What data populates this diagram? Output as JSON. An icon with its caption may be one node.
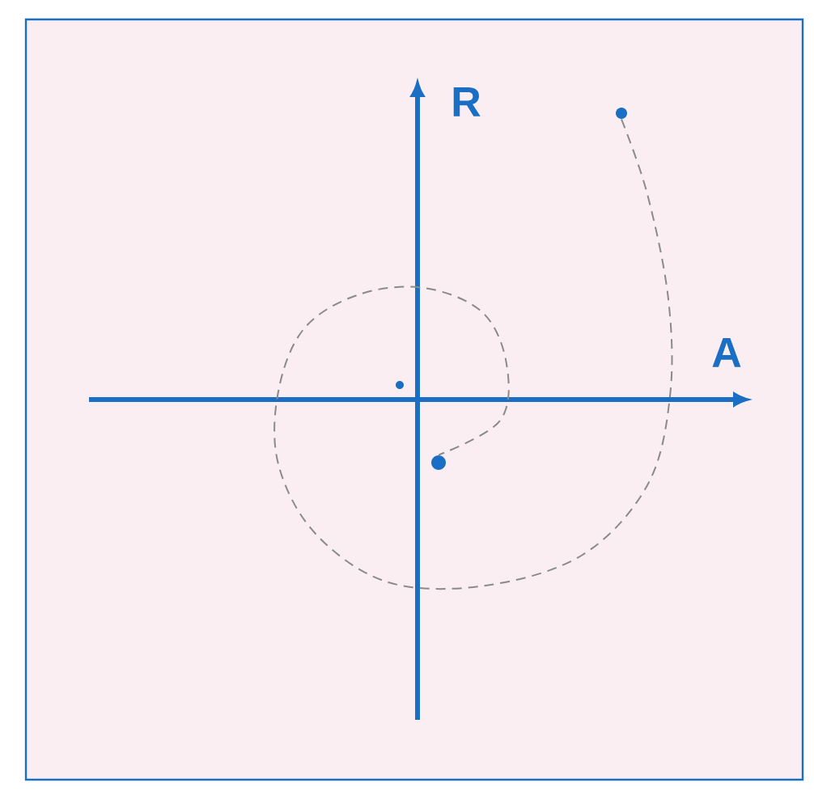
{
  "diagram": {
    "nodes": [
      {
        "text": [],
        "shape": "circle"
      },
      {
        "text": [],
        "shape": "circle"
      }
    ],
    "edges": [
      {
        "from": 0,
        "to": 1,
        "arrow": "none",
        "style": "dashed"
      }
    ],
    "labels": [
      "R",
      "A"
    ]
  }
}
